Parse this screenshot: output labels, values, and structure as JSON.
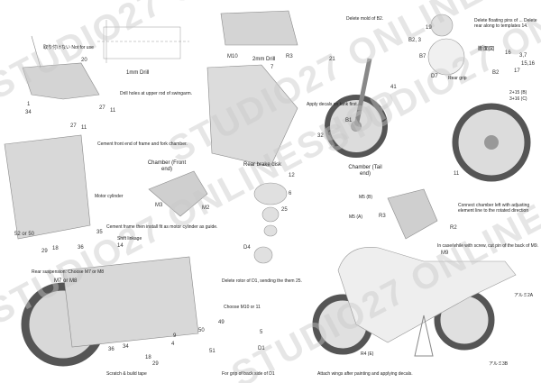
{
  "watermark": "STUDIO27 ONLINESHOP",
  "colors": {
    "part": "#d4d4d4",
    "part_dark": "#8a8a8a",
    "tire": "#555555",
    "text": "#222222",
    "watermark": "#c8c8c8"
  },
  "labels": {
    "not_for_use": "取り付けない Not for use",
    "drill_1mm": "1mm Drill",
    "drill_swingarm": "Drill holes at upper rod of swingarm.",
    "cement_front": "Cement front end of frame and fork chamber.",
    "drill_2mm": "2mm Drill",
    "apply_decals": "Apply decals on tank first.",
    "chamber_front": "Chamber (Front end)",
    "rear_brake": "Rear brake disk",
    "chamber_tail": "Chamber (Tail end)",
    "motor_cylinder": "Motor cylinder",
    "cement_frame": "Cement frame then install fit as motor cylinder as guide.",
    "shift_linkage": "Shift linkage",
    "rear_susp": "Rear suspension: Choose M7 or M8",
    "m7_m8": "M7 or M8",
    "scratch_tape": "Scratch & build tape",
    "grip_d1": "For grip of back side of D1",
    "choose_m10": "Choose M10 or 11",
    "delete_rotor": "Delete rotor of D1, sending the them 25.",
    "connect_chamber": "Connect chamber left with adjusting element line to the rotated direction",
    "cut_pin": "In case/while with screw, cut pin of the back of M9.",
    "attach_wings": "Attach wings after painting and applying decals.",
    "delete_mold": "Delete mold of B2.",
    "delete_pins": "Delete floating pins of ... Delete rear along to templates 14.",
    "section": "断面図",
    "rear_grip": "Rear grip",
    "wheel_front_parts": "2+15 (B)",
    "wheel_rear_parts": "3+16 (C)",
    "alu_2a": "アルミ2A",
    "alu_3b": "アルミ3B",
    "r4e": "R4 (E)",
    "m5b": "M5 (B)",
    "m5a": "M5 (A)"
  },
  "part_numbers": [
    "20",
    "1",
    "34",
    "27",
    "11",
    "27",
    "11",
    "M10",
    "R3",
    "7",
    "21",
    "32",
    "M3",
    "M2",
    "52 or 50",
    "29",
    "18",
    "36",
    "35",
    "14",
    "49",
    "50",
    "51",
    "4",
    "9",
    "34",
    "36",
    "18",
    "29",
    "D1",
    "5",
    "12",
    "6",
    "25",
    "D4",
    "R3",
    "R2",
    "M9",
    "19",
    "B7",
    "D7",
    "3,7",
    "15,16",
    "17",
    "16",
    "B2",
    "41",
    "B1",
    "11",
    "B2, 3"
  ]
}
